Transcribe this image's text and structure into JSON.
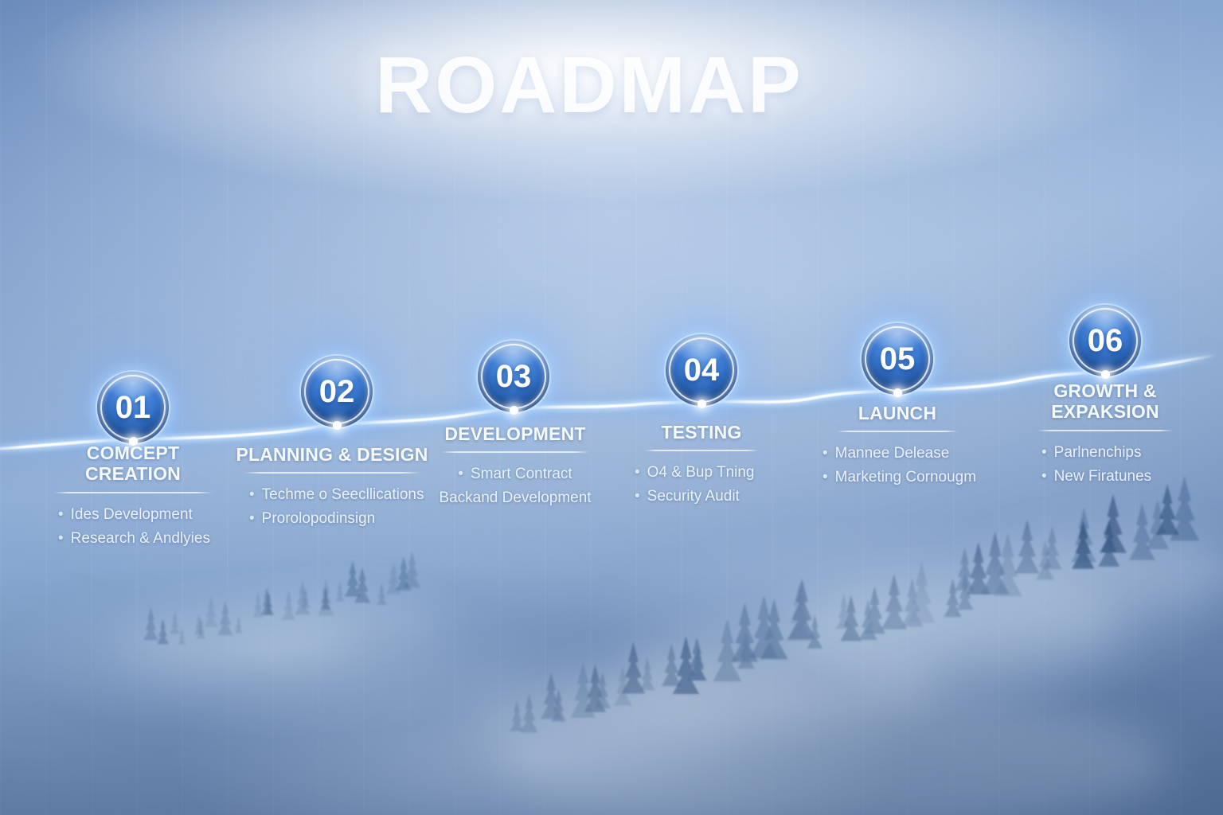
{
  "title": "ROADMAP",
  "colors": {
    "background_light": "#8cabd4",
    "background_dark": "#54739f",
    "node_fill": "#3b7ad2",
    "node_dark": "#143e84",
    "line_glow": "#9cc8ff",
    "line_core": "#ffffff",
    "text": "#f5faff"
  },
  "milestones": [
    {
      "number": "01",
      "title_line1": "COMCEPT",
      "title_line2": "CREATION",
      "items": [
        {
          "marker": "•",
          "text": "Ides Development"
        },
        {
          "marker": "•",
          "text": "Research & Andlyies"
        }
      ]
    },
    {
      "number": "02",
      "title_line1": "PLANNING & DESIGN",
      "title_line2": "",
      "items": [
        {
          "marker": "•",
          "text": "Techme o Seecllications"
        },
        {
          "marker": "•",
          "text": "Prorolopodinsign"
        }
      ]
    },
    {
      "number": "03",
      "title_line1": "DEVELOPMENT",
      "title_line2": "",
      "items": [
        {
          "marker": "•",
          "text": "Smart Contract"
        },
        {
          "marker": "",
          "text": "Backand Development"
        }
      ]
    },
    {
      "number": "04",
      "title_line1": "TESTING",
      "title_line2": "",
      "items": [
        {
          "marker": "•",
          "text": "O4 & Bup Tning"
        },
        {
          "marker": "•",
          "text": "Security Audit"
        }
      ]
    },
    {
      "number": "05",
      "title_line1": "LAUNCH",
      "title_line2": "",
      "items": [
        {
          "marker": "•",
          "text": "Mannee Delease"
        },
        {
          "marker": "•",
          "text": "Marketing Cornougm"
        }
      ]
    },
    {
      "number": "06",
      "title_line1": "GROWTH &",
      "title_line2": "EXPAKSION",
      "items": [
        {
          "marker": "•",
          "text": "Parlnenchips"
        },
        {
          "marker": "•",
          "text": "New Firatunes"
        }
      ]
    }
  ]
}
